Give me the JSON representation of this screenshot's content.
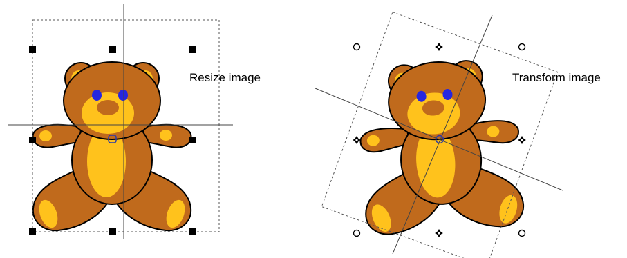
{
  "panels": {
    "resize": {
      "caption": "Resize image"
    },
    "transform": {
      "caption": "Transform image"
    }
  },
  "colors": {
    "bear_fur": "#c06a1c",
    "bear_light": "#ffc21c",
    "bear_eye": "#2626e0",
    "outline": "#000000",
    "guide_line": "#444444",
    "pivot_marker": "#2a3aa8",
    "selection_box": "#555555"
  },
  "icons": {
    "resize_handles": "square-handle-icon",
    "transform_corner_handles": "circle-handle-icon",
    "transform_edge_handles": "diamond-handle-icon",
    "pivot": "pivot-circle-icon"
  },
  "transform": {
    "rotation_degrees": 20
  }
}
